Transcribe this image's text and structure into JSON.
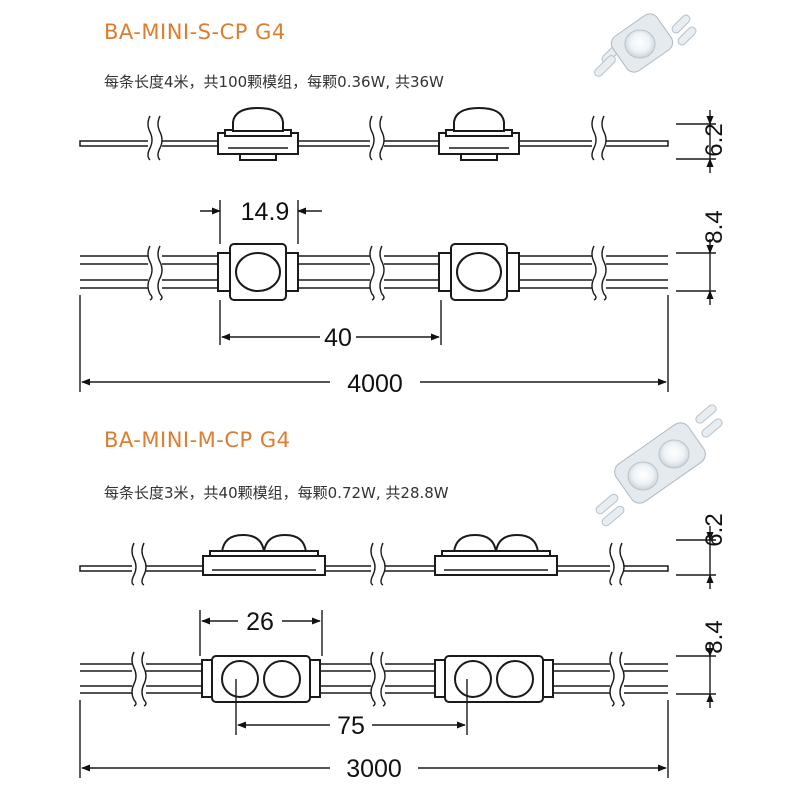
{
  "sections": [
    {
      "title": "BA-MINI-S-CP G4",
      "spec": "每条长度4米，共100颗模组，每颗0.36W, 共36W",
      "height_side": "6.2",
      "height_top": "8.4",
      "module_width": "14.9",
      "pitch": "40",
      "total_length": "4000"
    },
    {
      "title": "BA-MINI-M-CP G4",
      "spec": "每条长度3米，共40颗模组，每颗0.72W, 共28.8W",
      "height_side": "6.2",
      "height_top": "8.4",
      "module_width": "26",
      "pitch": "75",
      "total_length": "3000"
    }
  ]
}
